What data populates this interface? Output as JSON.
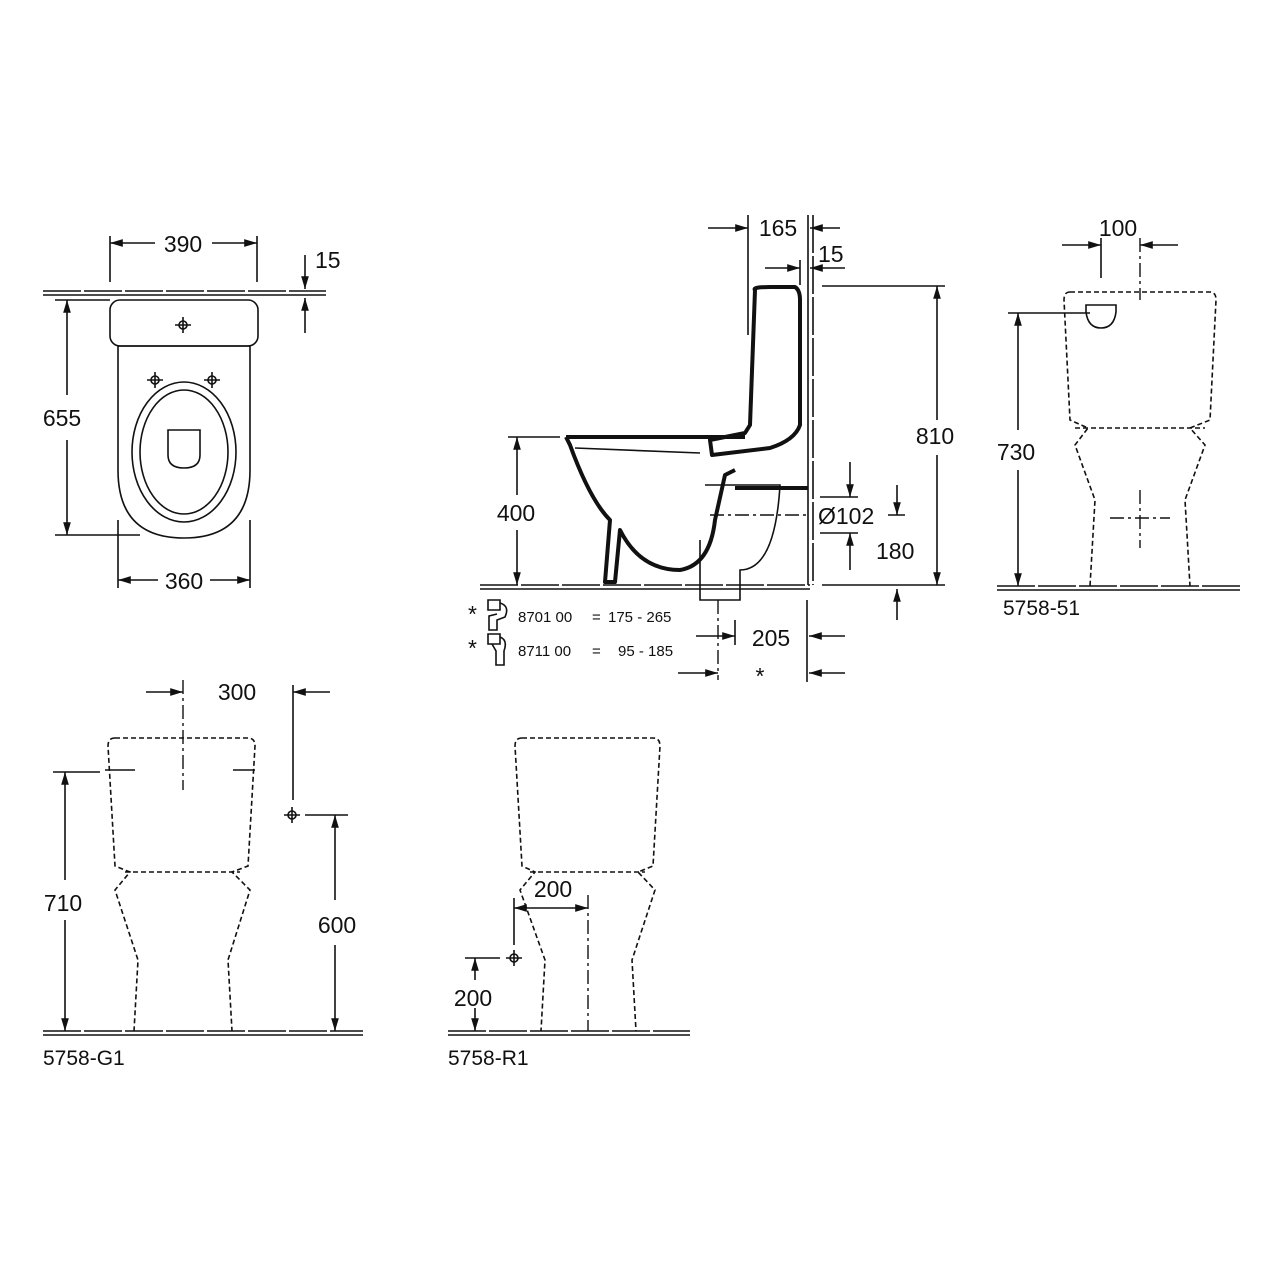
{
  "top_view": {
    "width_tank": "390",
    "wall_gap": "15",
    "depth": "655",
    "width_bowl": "360"
  },
  "side_view": {
    "tank_depth": "165",
    "wall_gap": "15",
    "total_height": "810",
    "seat_height": "400",
    "outlet_diameter": "Ø102",
    "outlet_height": "180",
    "outlet_distance": "205",
    "footnote_mark": "*",
    "adapters": [
      {
        "mark": "*",
        "code": "8701 00",
        "eq": "=",
        "range": "175 -  265"
      },
      {
        "mark": "*",
        "code": "8711 00",
        "eq": "=",
        "range": "95 -  185"
      }
    ]
  },
  "front_view_51": {
    "label": "5758-51",
    "offset": "100",
    "height": "730"
  },
  "front_view_g1": {
    "label": "5758-G1",
    "offset": "300",
    "height": "710",
    "supply_height": "600"
  },
  "front_view_r1": {
    "label": "5758-R1",
    "offset": "200",
    "supply_height": "200"
  }
}
